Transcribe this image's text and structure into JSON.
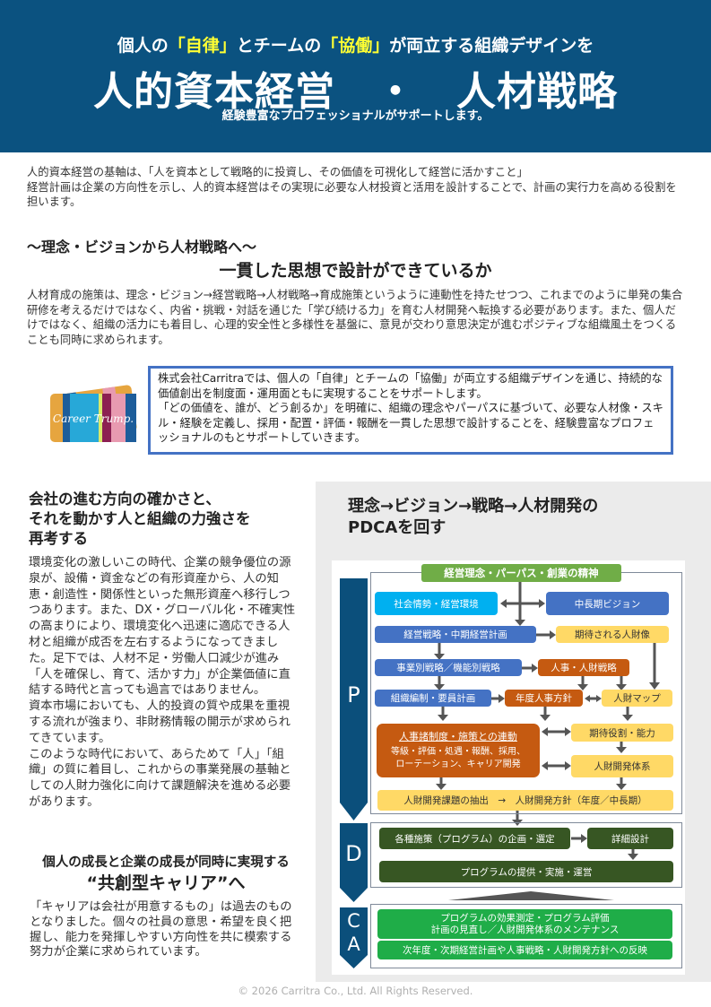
{
  "header": {
    "pre": "個人の",
    "hl1": "「自律」",
    "mid": "とチームの",
    "hl2": "「協働」",
    "post": "が両立する組織デザインを",
    "title": "人的資本経営　・　人材戦略",
    "tagline": "経験豊富なプロフェッショナルがサポートします。"
  },
  "intro": [
    "人的資本経営の基軸は、「人を資本として戦略的に投資し、その価値を可視化して経営に活かすこと」",
    "経営計画は企業の方向性を示し、人的資本経営はその実現に必要な人材投資と活用を設計することで、計画の実行力を高める役割を担います。"
  ],
  "section1": {
    "heading": "～理念・ビジョンから人材戦略へ～",
    "subheading": "一貫した思想で設計ができているか",
    "body": "人材育成の施策は、理念・ビジョン→経営戦略→人材戦略→育成施策というように連動性を持たせつつ、これまでのように単発の集合研修を考えるだけではなく、内省・挑戦・対話を通じた「学び続ける力」を育む人材開発へ転換する必要があります。また、個人だけではなく、組織の活力にも着目し、心理的安全性と多様性を基盤に、意見が交わり意思決定が進むポジティブな組織風土をつくることも同時に求められます。"
  },
  "logo": {
    "text": "Career Trump."
  },
  "message": [
    "株式会社Carritraでは、個人の「自律」とチームの「協働」が両立する組織デザインを通じ、持続的な価値創出を制度面・運用面ともに実現することをサポートします。",
    "「どの価値を、誰が、どう創るか」を明確に、組織の理念やパーパスに基づいて、必要な人材像・スキル・経験を定義し、採用・配置・評価・報酬を一貫した思想で設計することを、経験豊富なプロフェッショナルのもとサポートしていきます。"
  ],
  "section2": {
    "heading": [
      "会社の進む方向の確かさと、",
      "それを動かす人と組織の力強さを",
      "再考する"
    ],
    "body": [
      "環境変化の激しいこの時代、企業の競争優位の源泉が、設備・資金などの有形資産から、人の知恵・創造性・関係性といった無形資産へ移行しつつあります。また、DX・グローバル化・不確実性の高まりにより、環境変化へ迅速に適応できる人材と組織が成否を左右するようになってきました。足下では、人材不足・労働人口減少が進み「人を確保し、育て、活かす力」が企業価値に直結する時代と言っても過言ではありません。",
      "資本市場においても、人的投資の質や成果を重視する流れが強まり、非財務情報の開示が求められてきています。",
      "このような時代において、あらためて「人」「組織」の質に着目し、これからの事業発展の基軸としての人財力強化に向けて課題解決を進める必要があります。"
    ]
  },
  "section3": {
    "heading": "個人の成長と企業の成長が同時に実現する",
    "subheading": "“共創型キャリア”へ",
    "body": "「キャリアは会社が用意するもの」は過去のものとなりました。個々の社員の意思・希望を良く把握し、能力を発揮しやすい方向性を共に模索する努力が企業に求められています。"
  },
  "pdca": {
    "title": [
      "理念→ビジョン→戦略→人材開発の",
      "PDCAを回す"
    ],
    "phases": {
      "p": "P",
      "d": "D",
      "c": "C",
      "a": "A"
    },
    "boxes": {
      "top": "経営理念・パーパス・創業の精神",
      "env": "社会情勢・経営環境",
      "vision": "中長期ビジョン",
      "strategy": "経営戦略・中期経営計画",
      "ideal": "期待される人財像",
      "biz": "事業別戦略／機能別戦略",
      "hr": "人事・人財戦略",
      "org": "組織編制・要員計画",
      "annual": "年度人事方針",
      "map": "人財マップ",
      "system": "人事諸制度・施策との連動",
      "system_detail": [
        "等級・評価・処遇・報酬、採用、",
        "ローテーション、キャリア開発"
      ],
      "role": "期待役割・能力",
      "devsys": "人財開発体系",
      "extract": "人財開発課題の抽出　→　人財開発方針（年度／中長期）",
      "plan": "各種施策（プログラム）の企画・選定",
      "design": "詳細設計",
      "deliver": "プログラムの提供・実施・運営",
      "measure": [
        "プログラムの効果測定・プログラム評価",
        "計画の見直し／人財開発体系のメンテナンス"
      ],
      "reflect": "次年度・次期経営計画や人事戦略・人財開発方針への反映"
    },
    "colors": {
      "green": "#70ad47",
      "cyan": "#00b0f0",
      "blue": "#4472c4",
      "yellow": "#ffd966",
      "orange": "#c55a11",
      "dark_green": "#375623",
      "bright_green": "#1fad48",
      "navy": "#0b4f7b"
    }
  },
  "footer": "© 2026 Carritra Co., Ltd. All Rights Reserved."
}
